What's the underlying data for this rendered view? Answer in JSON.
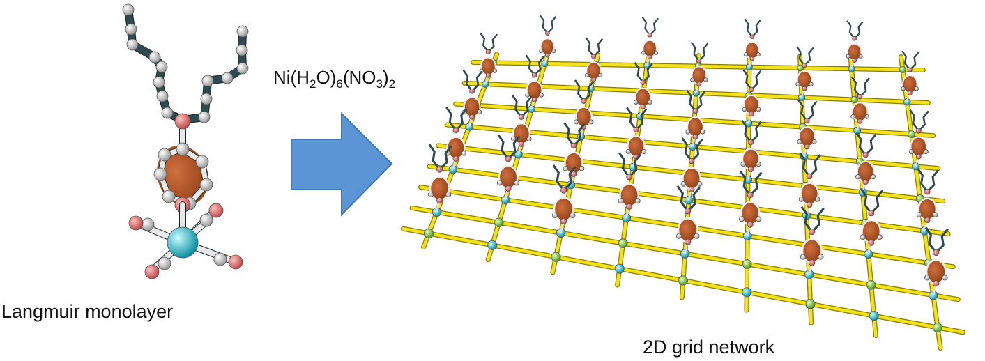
{
  "labels": {
    "left": "Langmuir monolayer",
    "right": "2D grid network",
    "reagent": {
      "parts": [
        {
          "t": "Ni(H"
        },
        {
          "t": "2",
          "sub": true
        },
        {
          "t": "O)"
        },
        {
          "t": "6",
          "sub": true
        },
        {
          "t": "(NO"
        },
        {
          "t": "3",
          "sub": true
        },
        {
          "t": ")"
        },
        {
          "t": "2",
          "sub": true
        }
      ]
    }
  },
  "colors": {
    "bond_dark": "#2f4a4e",
    "atom_white": "#f2f2f2",
    "oxygen": "#e07a7a",
    "nickel": "#27c4d6",
    "node_green": "#7ad23a",
    "ring_fill": "#b5531c",
    "grid_yellow": "#f2e21a",
    "arrow_blue": "#5b95d6",
    "arrow_stroke": "#3f76b5"
  },
  "icons": [
    "reaction-arrow-icon",
    "monolayer-molecule-icon",
    "grid-network-icon"
  ]
}
